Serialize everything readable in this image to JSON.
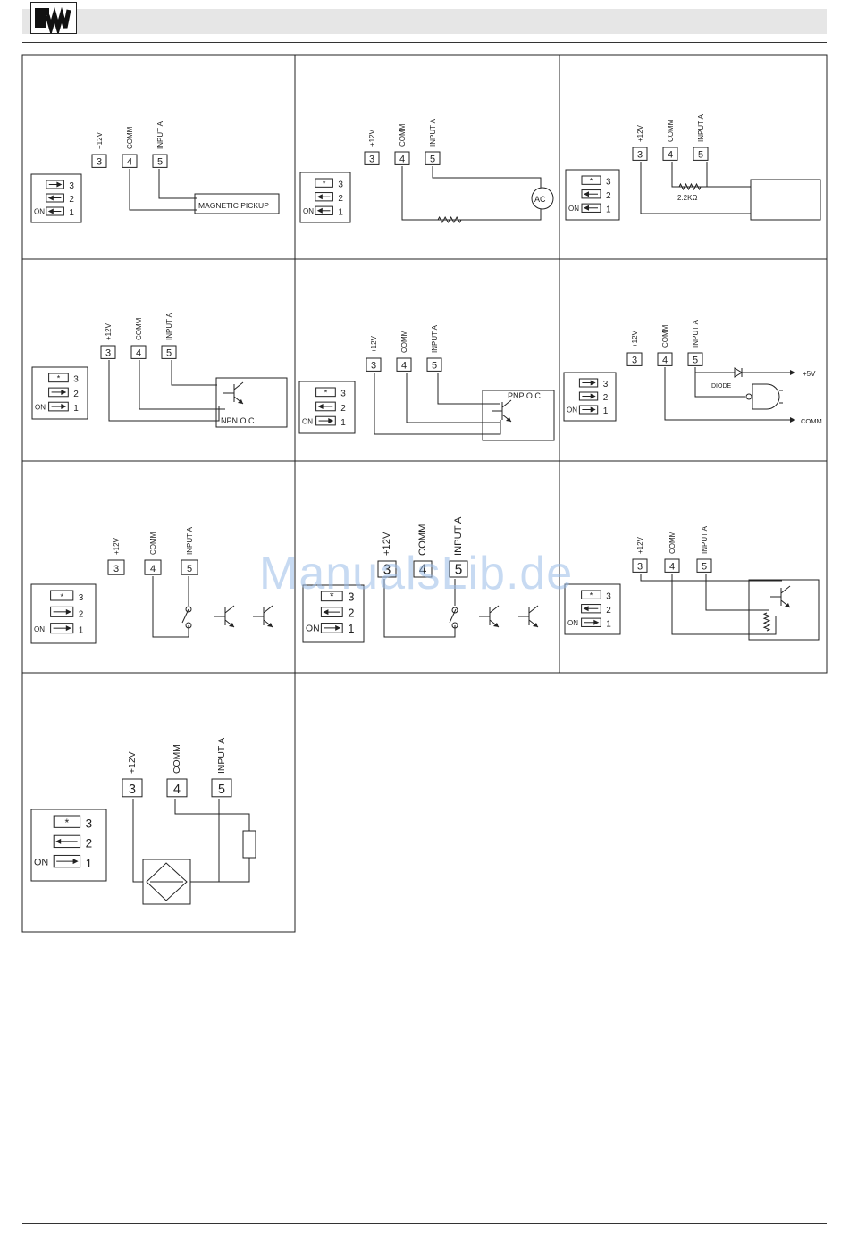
{
  "header": {
    "logo_text": "RW"
  },
  "watermark": "ManualsLib.de",
  "terminals": {
    "labels": [
      "+12V",
      "COMM",
      "INPUT A"
    ],
    "numbers": [
      "3",
      "4",
      "5"
    ]
  },
  "dip_switch": {
    "numbers": [
      "3",
      "2",
      "1"
    ],
    "on_label": "ON",
    "star": "*"
  },
  "panels": [
    {
      "id": "magnetic-pickup",
      "switches": [
        "right",
        "left",
        "left"
      ],
      "star_on_3": false,
      "device_label": "MAGNETIC PICKUP"
    },
    {
      "id": "ac-source",
      "switches": [
        "star",
        "left",
        "left"
      ],
      "star_on_3": true,
      "device_label": "AC"
    },
    {
      "id": "resistor-source",
      "switches": [
        "star",
        "left",
        "left"
      ],
      "star_on_3": true,
      "device_label": "2.2KΩ"
    },
    {
      "id": "npn-oc",
      "switches": [
        "star",
        "right",
        "right"
      ],
      "star_on_3": true,
      "device_label": "NPN O.C."
    },
    {
      "id": "pnp-oc",
      "switches": [
        "star",
        "left",
        "right"
      ],
      "star_on_3": true,
      "device_label": "PNP O.C"
    },
    {
      "id": "ttl-diode",
      "switches": [
        "right",
        "right",
        "right"
      ],
      "star_on_3": false,
      "device_label": "DIODE",
      "plus5v": "+5V",
      "comm": "COMM"
    },
    {
      "id": "contact-switch",
      "switches": [
        "star",
        "right",
        "right"
      ],
      "star_on_3": true,
      "device_label": ""
    },
    {
      "id": "contact-switch-2",
      "switches": [
        "star",
        "left",
        "right"
      ],
      "star_on_3": true,
      "device_label": ""
    },
    {
      "id": "transistor-sensor",
      "switches": [
        "star",
        "left",
        "right"
      ],
      "star_on_3": true,
      "device_label": ""
    },
    {
      "id": "proximity-sensor",
      "switches": [
        "star",
        "left",
        "right"
      ],
      "star_on_3": true,
      "device_label": ""
    }
  ],
  "colors": {
    "line": "#222222",
    "header_bar": "#e6e6e6",
    "watermark": "#9bbde8"
  }
}
